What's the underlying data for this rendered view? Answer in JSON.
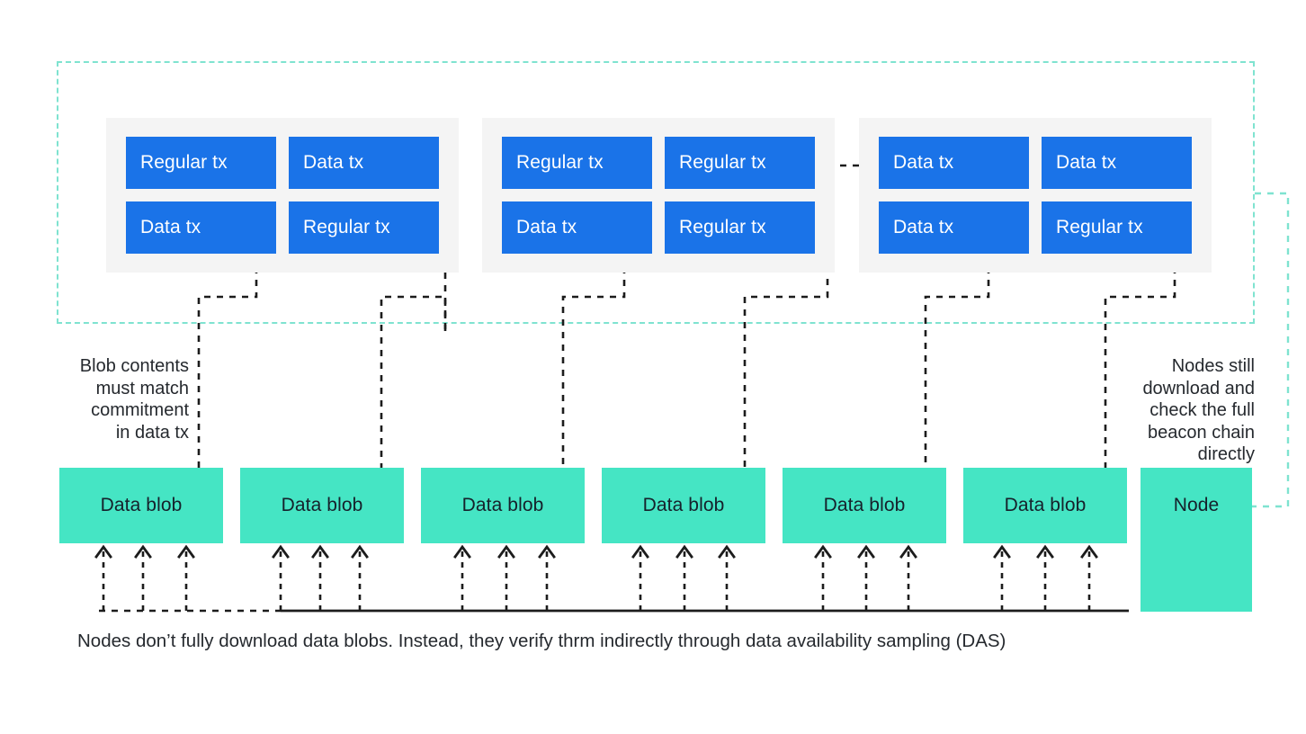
{
  "diagram": {
    "title": "Danksharding data availability sampling diagram",
    "colors": {
      "tx_blue": "#1a73e8",
      "blob_teal": "#45e5c4",
      "beacon_dashed": "#7fe3d0",
      "block_group_bg": "#f4f4f4",
      "wire_black": "#1c1c1c",
      "text": "#25292e"
    }
  },
  "beacon_chain": {
    "label": "beacon-chain-container",
    "blocks": [
      {
        "name": "block-1",
        "transactions": [
          {
            "label": "Regular tx",
            "type": "regular"
          },
          {
            "label": "Data tx",
            "type": "data"
          },
          {
            "label": "Data tx",
            "type": "data"
          },
          {
            "label": "Regular tx",
            "type": "regular"
          }
        ]
      },
      {
        "name": "block-2",
        "transactions": [
          {
            "label": "Regular tx",
            "type": "regular"
          },
          {
            "label": "Regular tx",
            "type": "regular"
          },
          {
            "label": "Data tx",
            "type": "data"
          },
          {
            "label": "Regular tx",
            "type": "regular"
          }
        ]
      },
      {
        "name": "block-3",
        "transactions": [
          {
            "label": "Data tx",
            "type": "data"
          },
          {
            "label": "Data tx",
            "type": "data"
          },
          {
            "label": "Data tx",
            "type": "data"
          },
          {
            "label": "Regular tx",
            "type": "regular"
          }
        ]
      }
    ]
  },
  "blobs": [
    {
      "label": "Data blob"
    },
    {
      "label": "Data blob"
    },
    {
      "label": "Data blob"
    },
    {
      "label": "Data blob"
    },
    {
      "label": "Data blob"
    },
    {
      "label": "Data blob"
    }
  ],
  "node": {
    "label": "Node"
  },
  "annotations": {
    "left": "Blob contents\nmust match\ncommitment\nin data tx",
    "right": "Nodes still\ndownload and\ncheck the full\nbeacon chain\ndirectly"
  },
  "caption": "Nodes don’t fully download data blobs. Instead, they verify thrm indirectly through data availability sampling (DAS)"
}
